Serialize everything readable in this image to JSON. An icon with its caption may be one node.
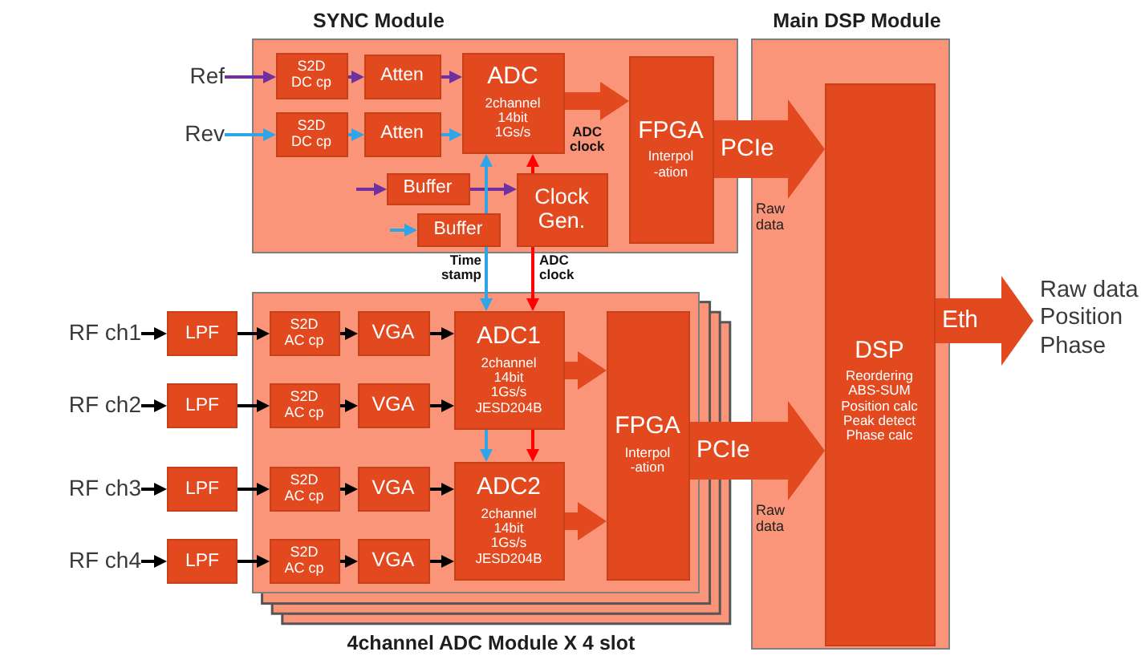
{
  "diagram": {
    "nodes": [
      {
        "text": [
          "SYNC Module"
        ]
      },
      {
        "text": [
          "Ref"
        ]
      },
      {
        "text": [
          "Rev"
        ]
      },
      {
        "text": [
          "S2D DC cp"
        ],
        "in": 0
      },
      {
        "text": [
          "Atten"
        ],
        "in": 0
      },
      {
        "text": [
          "S2D DC cp"
        ],
        "in": 0
      },
      {
        "text": [
          "Atten"
        ],
        "in": 0
      },
      {
        "text": [
          "ADC",
          "2channel 14bit 1Gs/s"
        ],
        "in": 0
      },
      {
        "text": [
          "Buffer"
        ],
        "in": 0
      },
      {
        "text": [
          "Buffer"
        ],
        "in": 0
      },
      {
        "text": [
          "Clock Gen."
        ],
        "in": 0
      },
      {
        "text": [
          "FPGA",
          "Interpol -ation"
        ],
        "in": 0
      },
      {
        "text": [
          "Main DSP Module"
        ]
      },
      {
        "text": [
          "DSP",
          "Reordering ABS-SUM Position calc Peak detect Phase calc"
        ],
        "in": 12
      },
      {
        "text": [
          "Raw data Position Phase"
        ]
      },
      {
        "text": [
          "4channel ADC Module X 4 slot"
        ]
      },
      {
        "text": [
          "S2D AC cp"
        ],
        "in": 15
      },
      {
        "text": [
          "S2D AC cp"
        ],
        "in": 15
      },
      {
        "text": [
          "S2D AC cp"
        ],
        "in": 15
      },
      {
        "text": [
          "S2D AC cp"
        ],
        "in": 15
      },
      {
        "text": [
          "VGA"
        ],
        "in": 15
      },
      {
        "text": [
          "VGA"
        ],
        "in": 15
      },
      {
        "text": [
          "VGA"
        ],
        "in": 15
      },
      {
        "text": [
          "VGA"
        ],
        "in": 15
      },
      {
        "text": [
          "ADC1",
          "2channel 14bit 1Gs/s JESD204B"
        ],
        "in": 15
      },
      {
        "text": [
          "ADC2",
          "2channel 14bit 1Gs/s JESD204B"
        ],
        "in": 15
      },
      {
        "text": [
          "FPGA",
          "Interpol -ation"
        ],
        "in": 15
      },
      {
        "text": [
          "RF ch1"
        ]
      },
      {
        "text": [
          "RF ch2"
        ]
      },
      {
        "text": [
          "RF ch3"
        ]
      },
      {
        "text": [
          "RF ch4"
        ]
      },
      {
        "text": [
          "LPF"
        ]
      },
      {
        "text": [
          "LPF"
        ]
      },
      {
        "text": [
          "LPF"
        ]
      },
      {
        "text": [
          "LPF"
        ]
      }
    ],
    "edges": [
      {
        "from": 1,
        "to": 3,
        "arrow": "to",
        "color": "#7030a0"
      },
      {
        "from": 3,
        "to": 4,
        "arrow": "to",
        "color": "#7030a0"
      },
      {
        "from": 4,
        "to": 7,
        "arrow": "to",
        "color": "#7030a0"
      },
      {
        "from": 2,
        "to": 5,
        "arrow": "to",
        "color": "#2fa4e7"
      },
      {
        "from": 5,
        "to": 6,
        "arrow": "to",
        "color": "#2fa4e7"
      },
      {
        "from": 6,
        "to": 7,
        "arrow": "to",
        "color": "#2fa4e7"
      },
      {
        "from": null,
        "to": 8,
        "arrow": "to",
        "color": "#7030a0"
      },
      {
        "from": null,
        "to": 9,
        "arrow": "to",
        "color": "#2fa4e7"
      },
      {
        "from": 8,
        "to": 10,
        "arrow": "to",
        "color": "#7030a0"
      },
      {
        "from": 9,
        "to": 7,
        "arrow": "to",
        "color": "#2fa4e7"
      },
      {
        "from": 10,
        "to": 7,
        "arrow": "to",
        "color": "#ff0000"
      },
      {
        "from": 7,
        "to": 11,
        "arrow": "to",
        "style": "thick",
        "color": "#e2491f"
      },
      {
        "from": 9,
        "to": 24,
        "arrow": "to",
        "color": "#2fa4e7"
      },
      {
        "from": 10,
        "to": 24,
        "arrow": "to",
        "color": "#ff0000"
      },
      {
        "from": 24,
        "to": 25,
        "arrow": "to",
        "color": "#2fa4e7"
      },
      {
        "from": 24,
        "to": 25,
        "arrow": "to",
        "color": "#ff0000"
      },
      {
        "from": 24,
        "to": 26,
        "arrow": "to",
        "style": "thick",
        "color": "#e2491f"
      },
      {
        "from": 25,
        "to": 26,
        "arrow": "to",
        "style": "thick",
        "color": "#e2491f"
      },
      {
        "from": 27,
        "to": 31,
        "arrow": "to"
      },
      {
        "from": 28,
        "to": 32,
        "arrow": "to"
      },
      {
        "from": 29,
        "to": 33,
        "arrow": "to"
      },
      {
        "from": 30,
        "to": 34,
        "arrow": "to"
      },
      {
        "from": 31,
        "to": 16,
        "arrow": "to"
      },
      {
        "from": 32,
        "to": 17,
        "arrow": "to"
      },
      {
        "from": 33,
        "to": 18,
        "arrow": "to"
      },
      {
        "from": 34,
        "to": 19,
        "arrow": "to"
      },
      {
        "from": 16,
        "to": 20,
        "arrow": "to"
      },
      {
        "from": 17,
        "to": 21,
        "arrow": "to"
      },
      {
        "from": 18,
        "to": 22,
        "arrow": "to"
      },
      {
        "from": 19,
        "to": 23,
        "arrow": "to"
      },
      {
        "from": 20,
        "to": 24,
        "arrow": "to"
      },
      {
        "from": 21,
        "to": 24,
        "arrow": "to"
      },
      {
        "from": 22,
        "to": 25,
        "arrow": "to"
      },
      {
        "from": 23,
        "to": 25,
        "arrow": "to"
      },
      {
        "from": 11,
        "to": 13,
        "label": "PCIe",
        "arrow": "to",
        "style": "thick",
        "color": "#e2491f"
      },
      {
        "from": 26,
        "to": 13,
        "label": "PCIe",
        "arrow": "to",
        "style": "thick",
        "color": "#e2491f"
      },
      {
        "from": 13,
        "to": 14,
        "label": "Eth",
        "arrow": "to",
        "style": "thick",
        "color": "#e2491f"
      }
    ],
    "labels": [
      "ADC clock",
      "Time stamp",
      "ADC clock",
      "Raw data",
      "Raw data"
    ]
  }
}
